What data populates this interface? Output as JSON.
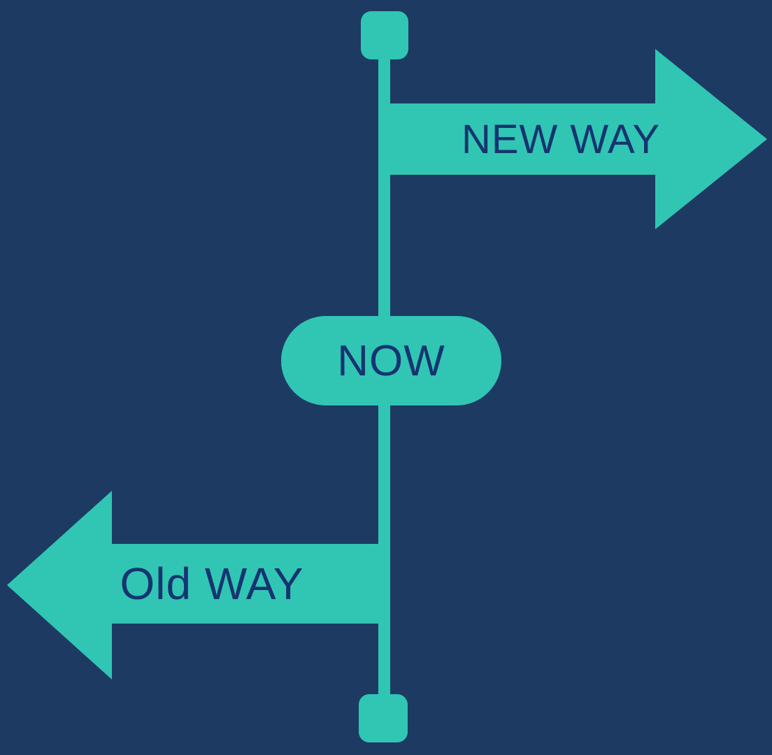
{
  "diagram": {
    "type": "signpost",
    "new_way_label": "NEW WAY",
    "now_label": "NOW",
    "old_way_label": "Old WAY"
  },
  "icons": {
    "right_arrow": "right-arrow-head",
    "left_arrow": "left-arrow-head",
    "pole": "signpost-pole"
  },
  "colors": {
    "background": "#1D3A63",
    "sign": "#31C5B4",
    "label-text": "#153470"
  }
}
